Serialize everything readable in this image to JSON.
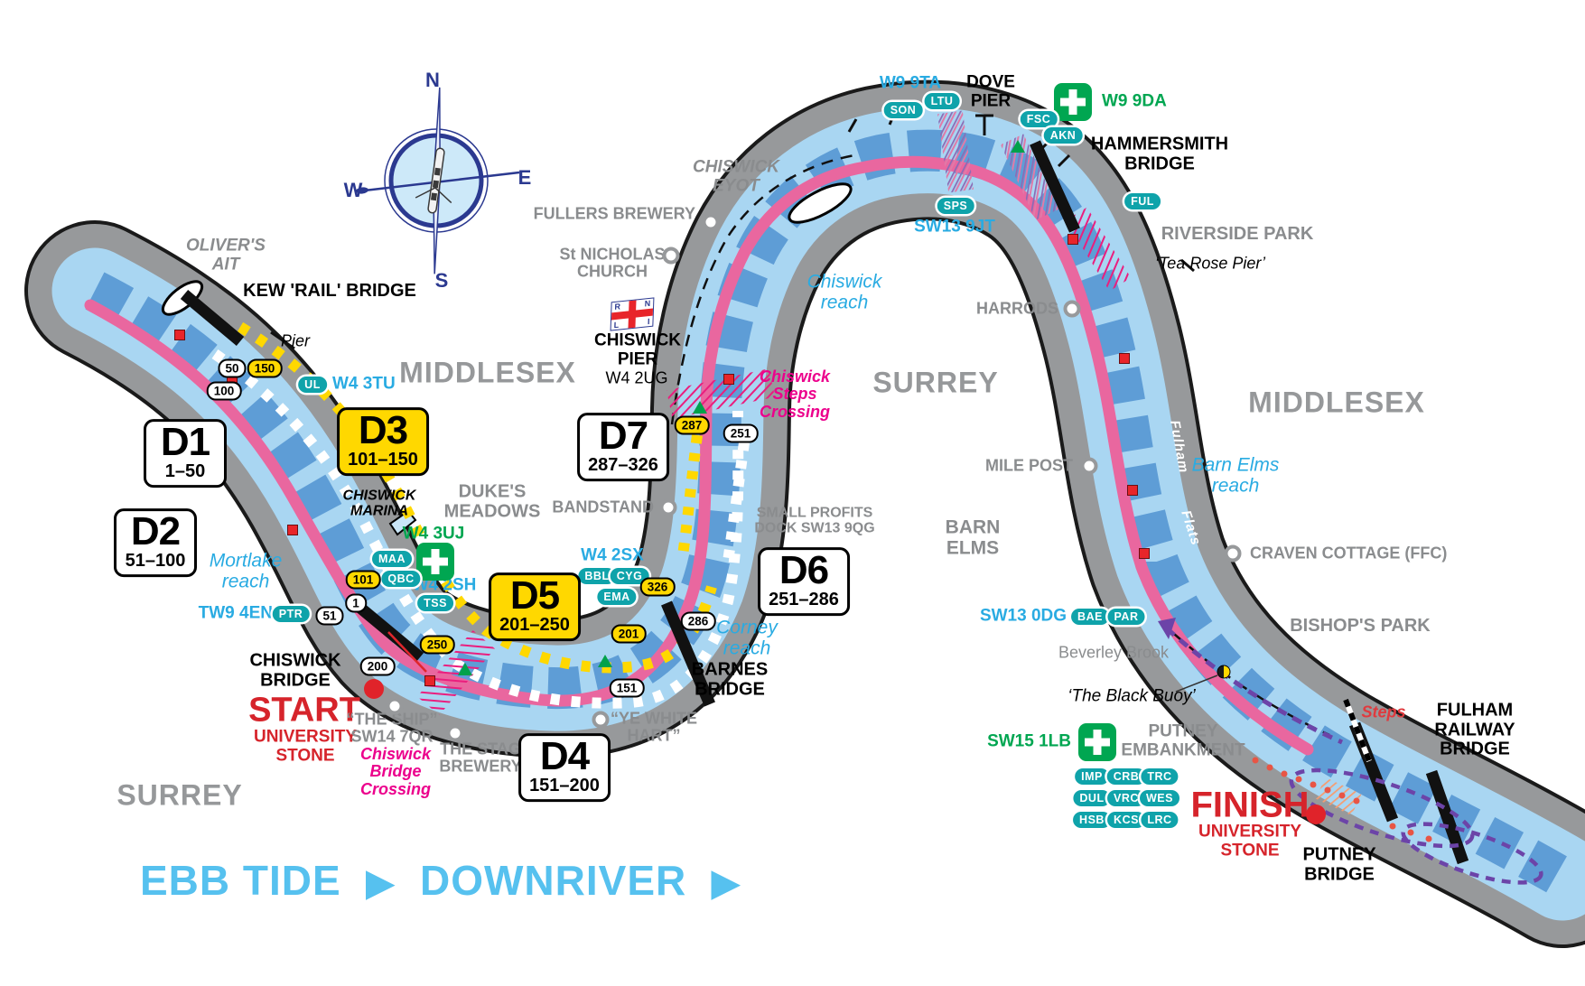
{
  "compass": {
    "n": "N",
    "e": "E",
    "s": "S",
    "w": "W"
  },
  "tide": {
    "ebb": "EBB TIDE",
    "downriver": "DOWNRIVER",
    "arrow": "▶"
  },
  "counties": {
    "middlesex_west": "MIDDLESEX",
    "surrey_central": "SURREY",
    "middlesex_east": "MIDDLESEX",
    "surrey_south": "SURREY"
  },
  "divisions": {
    "d1": {
      "code": "D1",
      "range": "1–50"
    },
    "d2": {
      "code": "D2",
      "range": "51–100"
    },
    "d3": {
      "code": "D3",
      "range": "101–150"
    },
    "d4": {
      "code": "D4",
      "range": "151–200"
    },
    "d5": {
      "code": "D5",
      "range": "201–250"
    },
    "d6": {
      "code": "D6",
      "range": "251–286"
    },
    "d7": {
      "code": "D7",
      "range": "287–326"
    }
  },
  "markers": {
    "m50": "50",
    "m100": "100",
    "m150": "150",
    "m1": "1",
    "m51": "51",
    "m101": "101",
    "m200": "200",
    "m250": "250",
    "m151": "151",
    "m201": "201",
    "m251": "251",
    "m286": "286",
    "m287": "287",
    "m326": "326"
  },
  "clubs": {
    "ul": "UL",
    "ptr": "PTR",
    "maa": "MAA",
    "qbc": "QBC",
    "tss": "TSS",
    "bbl": "BBL",
    "cyg": "CYG",
    "ema": "EMA",
    "son": "SON",
    "ltu": "LTU",
    "fsc": "FSC",
    "akn": "AKN",
    "ful": "FUL",
    "sps": "SPS",
    "bae": "BAE",
    "par": "PAR",
    "imp": "IMP",
    "crb": "CRB",
    "trc": "TRC",
    "dul": "DUL",
    "vrc": "VRC",
    "wes": "WES",
    "hsb": "HSB",
    "kcs": "KCS",
    "lrc": "LRC"
  },
  "postcodes": {
    "w4_3tu": "W4 3TU",
    "tw9_4en": "TW9 4EN",
    "w4_2sh": "W4 2SH",
    "w4_3uj": "W4 3UJ",
    "w4_2sx": "W4 2SX",
    "w4_2ug": "W4 2UG",
    "w9_9ta": "W9 9TA",
    "w9_9da": "W9 9DA",
    "sw13_9jt": "SW13 9JT",
    "sw13_0dg": "SW13 0DG",
    "sw15_1lb": "SW15 1LB"
  },
  "bridges": {
    "kew": "KEW 'RAIL' BRIDGE",
    "chiswick": "CHISWICK BRIDGE",
    "barnes": "BARNES BRIDGE",
    "hammersmith": "HAMMERSMITH BRIDGE",
    "fulham_railway": "FULHAM RAILWAY BRIDGE",
    "putney": "PUTNEY BRIDGE"
  },
  "piers": {
    "pier": "Pier",
    "dove": "DOVE PIER",
    "chiswick": "CHISWICK PIER",
    "tea_rose": "‘Tea Rose Pier’",
    "steps": "Steps"
  },
  "reaches": {
    "mortlake": "Mortlake reach",
    "chiswick": "Chiswick reach",
    "corney": "Corney reach",
    "barn_elms": "Barn Elms reach"
  },
  "crossings": {
    "chiswick_bridge": "Chiswick Bridge Crossing",
    "chiswick_steps": "Chiswick Steps Crossing"
  },
  "race": {
    "start": "START",
    "finish": "FINISH",
    "university_stone": "UNIVERSITY STONE"
  },
  "places": {
    "olivers_ait": "OLIVER'S AIT",
    "chiswick_eyot": "CHISWICK EYOT",
    "fullers": "FULLERS BREWERY",
    "st_nicholas": "St NICHOLAS CHURCH",
    "chiswick_marina": "CHISWICK MARINA",
    "dukes_meadows": "DUKE'S MEADOWS",
    "bandstand": "BANDSTAND",
    "small_profits": "SMALL PROFITS DOCK SW13 9QG",
    "the_ship": "“THE SHIP” SW14 7QR",
    "stag_brewery": "THE STAG BREWERY",
    "ye_white_hart": "“YE WHITE HART”",
    "harrods": "HARRODS",
    "riverside_park": "RIVERSIDE PARK",
    "mile_post": "MILE POST",
    "barn_elms": "BARN ELMS",
    "craven_cottage": "CRAVEN COTTAGE (FFC)",
    "bishops_park": "BISHOP'S PARK",
    "beverley_brook": "Beverley Brook",
    "black_buoy": "‘The Black Buoy’",
    "putney_embankment": "PUTNEY EMBANKMENT",
    "fulham": "Fulham",
    "flats": "Flats"
  },
  "rnli": [
    "R",
    "N",
    "L",
    "I"
  ]
}
